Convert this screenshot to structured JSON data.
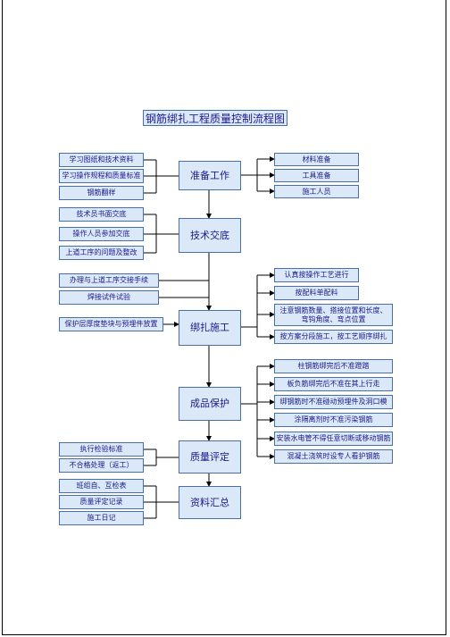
{
  "title": "钢筋绑扎工程质量控制流程图",
  "steps": [
    {
      "label": "准备工作"
    },
    {
      "label": "技术交底"
    },
    {
      "label": "绑扎施工"
    },
    {
      "label": "成品保护"
    },
    {
      "label": "质量评定"
    },
    {
      "label": "资料汇总"
    }
  ],
  "prep_left": [
    "学习图纸和技术资料",
    "学习操作规程和质量标准",
    "钢筋翻样"
  ],
  "prep_right": [
    "材料准备",
    "工具准备",
    "施工人员"
  ],
  "tech_left": [
    "技术员书面交底",
    "操作人员参加交底",
    "上道工序的问题及整改"
  ],
  "construct_left": [
    "办理与上道工序交接手续",
    "焊接试件试验",
    "保护层厚度垫块与预埋件放置"
  ],
  "construct_right": [
    "认真按操作工艺进行",
    "按配料单配料",
    "注意钢筋数量、搭接位置和长度、弯钩角度、弯点位置",
    "按方案分段施工，按工艺顺序绑扎"
  ],
  "protect_right": [
    "柱钢筋绑完后不准蹬踏",
    "板负筋绑完后不准在其上行走",
    "绑钢筋时不准碰动预埋件及洞口模",
    "涂隔离剂时不准污染钢筋",
    "安装水电管不得任意切断或移动钢筋",
    "混凝土浇筑时设专人看护钢筋"
  ],
  "quality_left": [
    "执行检验标准",
    "不合格处理（返工）"
  ],
  "docs_left": [
    "班组自、互检表",
    "质量评定记录",
    "施工日记"
  ]
}
